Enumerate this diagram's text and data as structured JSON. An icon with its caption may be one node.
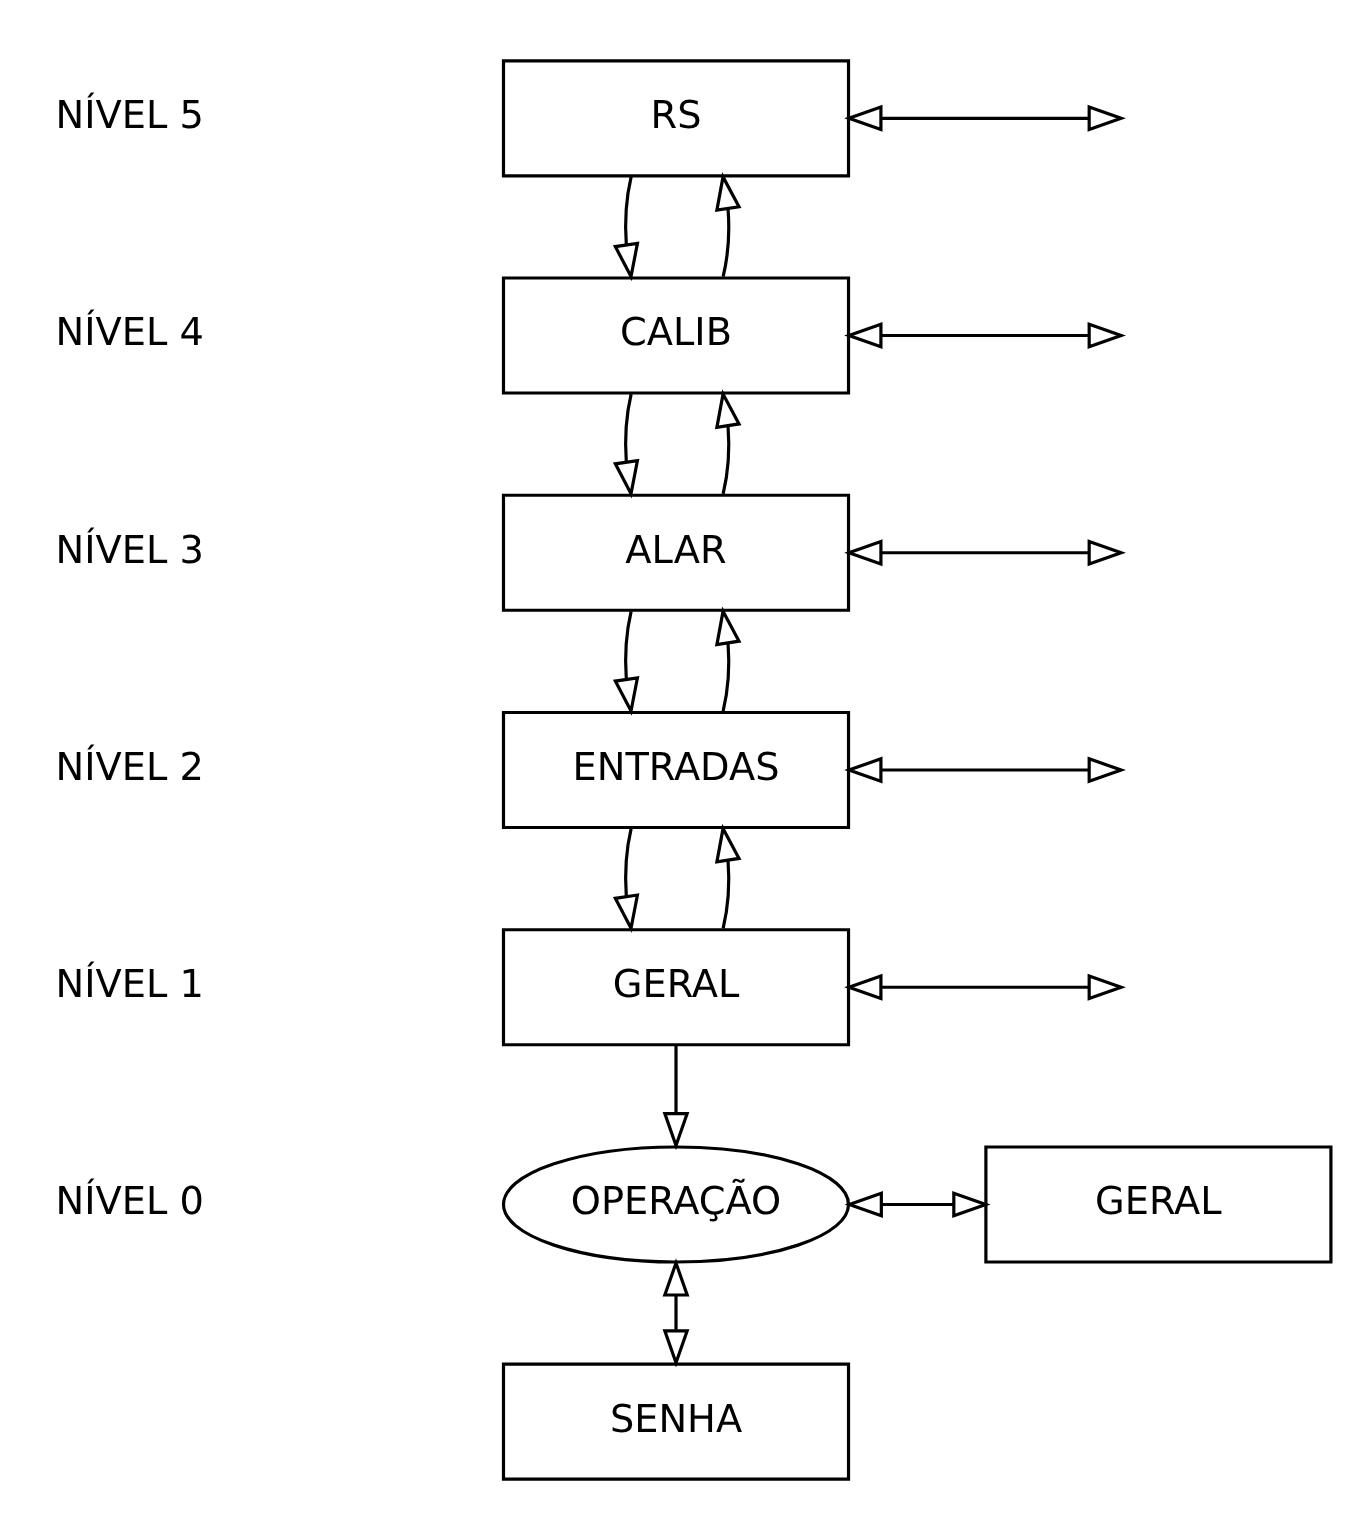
{
  "diagram": {
    "nodes": [
      {
        "text": [
          "RS"
        ]
      },
      {
        "text": [
          "CALIB"
        ]
      },
      {
        "text": [
          "ALAR"
        ]
      },
      {
        "text": [
          "ENTRADAS"
        ]
      },
      {
        "text": [
          "GERAL"
        ]
      },
      {
        "text": [
          "OPERAÇÃO"
        ]
      },
      {
        "text": [
          "GERAL"
        ]
      },
      {
        "text": [
          "SENHA"
        ]
      }
    ],
    "edges": [
      {
        "from": 0,
        "to": null,
        "arrow": "both"
      },
      {
        "from": 0,
        "to": 1,
        "arrow": "to"
      },
      {
        "from": 1,
        "to": 0,
        "arrow": "to"
      },
      {
        "from": 1,
        "to": null,
        "arrow": "both"
      },
      {
        "from": 1,
        "to": 2,
        "arrow": "to"
      },
      {
        "from": 2,
        "to": 1,
        "arrow": "to"
      },
      {
        "from": 2,
        "to": null,
        "arrow": "both"
      },
      {
        "from": 2,
        "to": 3,
        "arrow": "to"
      },
      {
        "from": 3,
        "to": 2,
        "arrow": "to"
      },
      {
        "from": 3,
        "to": null,
        "arrow": "both"
      },
      {
        "from": 3,
        "to": 4,
        "arrow": "to"
      },
      {
        "from": 4,
        "to": 3,
        "arrow": "to"
      },
      {
        "from": 4,
        "to": null,
        "arrow": "both"
      },
      {
        "from": 4,
        "to": 5,
        "arrow": "to"
      },
      {
        "from": 5,
        "to": 6,
        "arrow": "both"
      },
      {
        "from": 5,
        "to": 7,
        "arrow": "both"
      }
    ],
    "labels": [
      "NÍVEL 5",
      "NÍVEL 4",
      "NÍVEL 3",
      "NÍVEL 2",
      "NÍVEL 1",
      "NÍVEL 0"
    ]
  }
}
